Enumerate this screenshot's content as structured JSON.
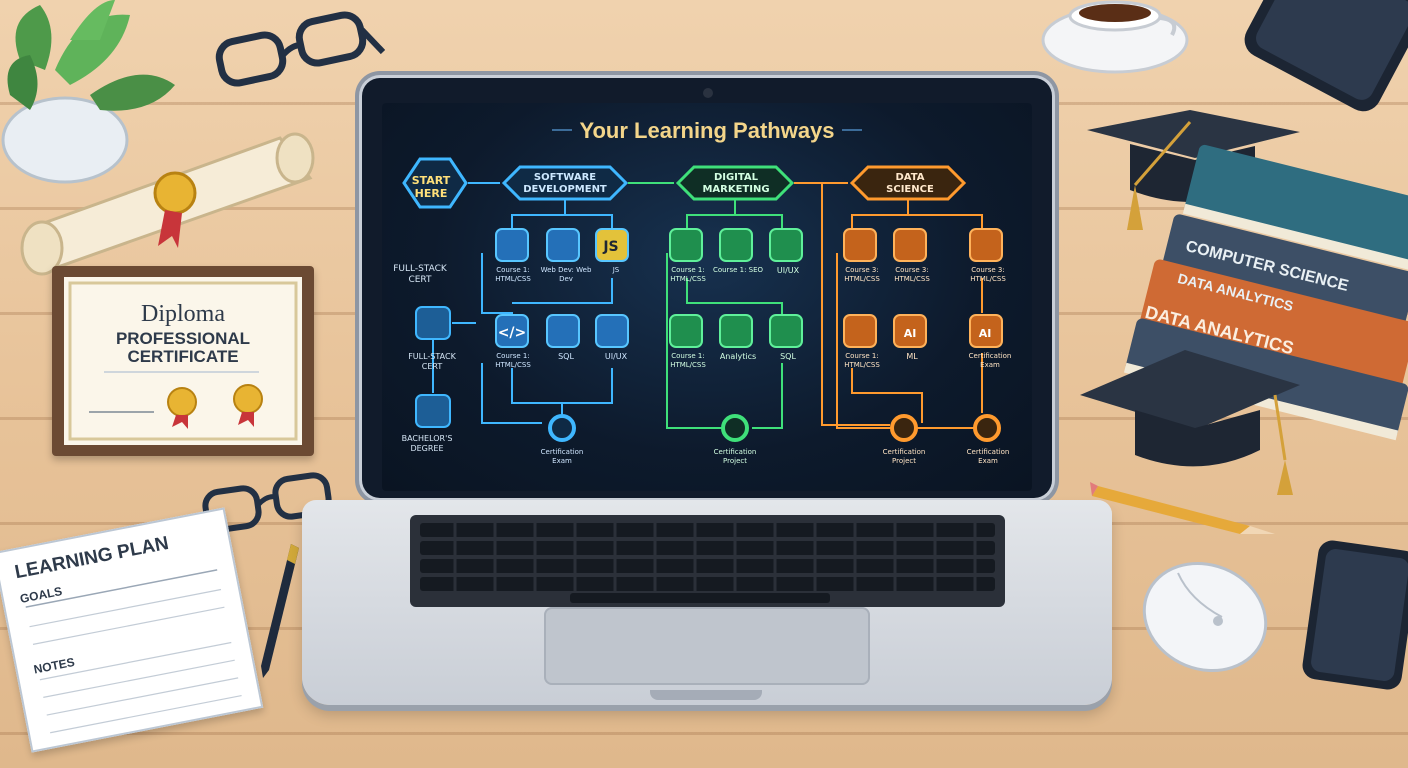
{
  "screen": {
    "title": "Your Learning Pathways",
    "start": "START\nHERE",
    "paths": [
      {
        "name": "SOFTWARE\nDEVELOPMENT",
        "color": "#3fb7ff",
        "row1": [
          "Course 1: HTML/CSS",
          "Web Dev: Web Dev",
          "JS"
        ],
        "row2": [
          "Course 1: HTML/CSS",
          "SQL",
          "UI/UX"
        ],
        "end": "Certification Exam"
      },
      {
        "name": "DIGITAL\nMARKETING",
        "color": "#3fe07a",
        "row1": [
          "Course 1: HTML/CSS",
          "Course 1: SEO",
          "UI/UX"
        ],
        "row2": [
          "Course 1: HTML/CSS",
          "Analytics",
          "SQL"
        ],
        "end": "Certification Project"
      },
      {
        "name": "DATA\nSCIENCE",
        "color": "#ff9a2e",
        "row1": [
          "Course 3: HTML/CSS",
          "Course 3: HTML/CSS",
          "Course 3: HTML/CSS"
        ],
        "row2": [
          "Course 1: HTML/CSS",
          "ML",
          "Certification Exam"
        ],
        "end1": "Certification Project",
        "end2": "Certification Exam"
      }
    ],
    "left_labels": [
      "FULL-STACK CERT",
      "FULL-STACK CERT",
      "BACHELOR'S DEGREE"
    ]
  },
  "diploma": {
    "heading": "Diploma",
    "line1": "PROFESSIONAL",
    "line2": "CERTIFICATE"
  },
  "plan": {
    "title": "LEARNING PLAN",
    "goals": "GOALS",
    "notes": "NOTES"
  },
  "books": [
    "COMPUTER SCIENCE",
    "DATA ANALYTICS",
    "DATA ANALYTICS"
  ],
  "colors": {
    "software": "#3fb7ff",
    "marketing": "#3fe07a",
    "datascience": "#ff9a2e",
    "title": "#f3d58a"
  }
}
